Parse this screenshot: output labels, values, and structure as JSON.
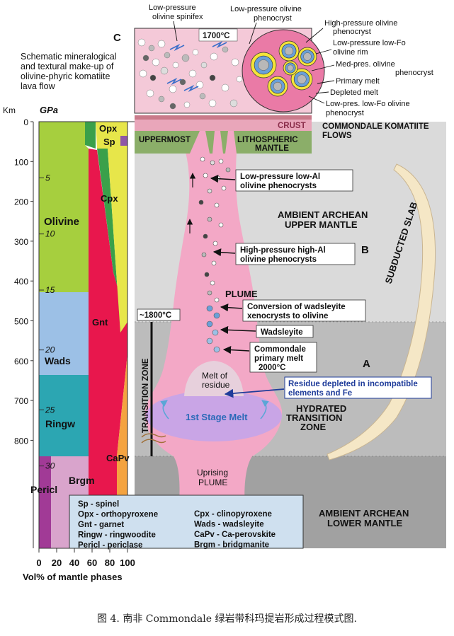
{
  "left_panel": {
    "km_label": "Km",
    "gpa_label": "GPa",
    "km_ticks": [
      "0",
      "100",
      "200",
      "300",
      "400",
      "500",
      "600",
      "700",
      "800"
    ],
    "gpa_ticks": [
      "5",
      "10",
      "15",
      "20",
      "25",
      "30"
    ],
    "x_ticks": [
      "0",
      "20",
      "40",
      "60",
      "80",
      "100"
    ],
    "x_title": "Vol% of mantle phases",
    "phases": {
      "olivine": "Olivine",
      "opx": "Opx",
      "sp": "Sp",
      "cpx": "Cpx",
      "gnt": "Gnt",
      "wads": "Wads",
      "ringw": "Ringw",
      "capv": "CaPv",
      "pericl": "Pericl",
      "brgm": "Brgm"
    },
    "colors": {
      "olivine": "#a6cf3e",
      "opx": "#e7e64a",
      "cpx": "#3aa04a",
      "gnt": "#e8174d",
      "wads": "#9cc0e6",
      "ringw": "#2ca6b2",
      "capv": "#f4a340",
      "pericl": "#a13a96",
      "brgm": "#d9a4cc",
      "sp": "#8e57a6"
    }
  },
  "legend": {
    "left": [
      "Sp - spinel",
      "Opx - orthopyroxene",
      "Gnt - garnet",
      "Ringw - ringwoodite",
      "Pericl - periclase"
    ],
    "right": [
      "Cpx - clinopyroxene",
      "Wads - wadsleyite",
      "CaPv - Ca-perovskite",
      "Brgm - bridgmanite"
    ]
  },
  "panel_c": {
    "letter": "C",
    "description": [
      "Schematic mineralogical",
      "and textural make-up of",
      "olivine-phyric komatiite",
      "lava flow"
    ],
    "temp": "1700°C",
    "callouts": {
      "spinifex": [
        "Low-pressure",
        "olivine spinifex"
      ],
      "lp_pheno": [
        "Low-pressure olivine",
        "phenocryst"
      ],
      "hp_pheno": [
        "High-pressure olivine",
        "phenocryst"
      ],
      "lowfo_rim": [
        "Low-pressure low-Fo",
        "olivine rim"
      ],
      "med_pheno": [
        "Med-pres. olivine",
        "phenocryst"
      ],
      "primary_melt": "Primary melt",
      "depleted_melt": "Depleted melt",
      "lowfo_pheno": [
        "Low-pres. low-Fo olivine",
        "phenocryst"
      ]
    }
  },
  "main": {
    "crust": "CRUST",
    "commondale_flows": [
      "COMMONDALE KOMATIITE",
      "FLOWS"
    ],
    "uppermost": "UPPERMOST",
    "lithospheric": [
      "LITHOSPHERIC",
      "MANTLE"
    ],
    "ambient_upper": [
      "AMBIENT ARCHEAN",
      "UPPER MANTLE"
    ],
    "subducted_slab": "SUBDUCTED SLAB",
    "plume": "PLUME",
    "temp_plume": "~1800°C",
    "transition_zone": "TRANSITION ZONE",
    "hydrated": [
      "HYDRATED",
      "TRANSITION",
      "ZONE"
    ],
    "ambient_lower": [
      "AMBIENT ARCHEAN",
      "LOWER MANTLE"
    ],
    "melt_residue": [
      "Melt of",
      "residue"
    ],
    "first_stage": "1st Stage Melt",
    "uprising": [
      "Uprising",
      "PLUME"
    ],
    "letter_a": "A",
    "letter_b": "B",
    "callout_lowp": [
      "Low-pressure low-Al",
      "olivine phenocrysts"
    ],
    "callout_highp": [
      "High-pressure high-Al",
      "olivine phenocrysts"
    ],
    "callout_conversion": [
      "Conversion of wadsleyite",
      "xenocrysts to olivine"
    ],
    "callout_wads": "Wadsleyite",
    "callout_primary": [
      "Commondale",
      "primary melt",
      "2000°C"
    ],
    "callout_residue": [
      "Residue depleted in incompatible",
      "elements and Fe"
    ],
    "colors": {
      "plume": "#f3a8c6",
      "lith": "#8bae69",
      "crust": "#e9a6ba",
      "upper_mantle": "#dadada",
      "transition": "#bcbcbc",
      "lower_mantle": "#a1a1a1",
      "melt": "#c9a5e6",
      "slab": "#f5e7c6",
      "residue_box": "#1f3c9a"
    }
  },
  "caption": "图 4. 南非 Commondale 绿岩带科玛提岩形成过程模式图."
}
